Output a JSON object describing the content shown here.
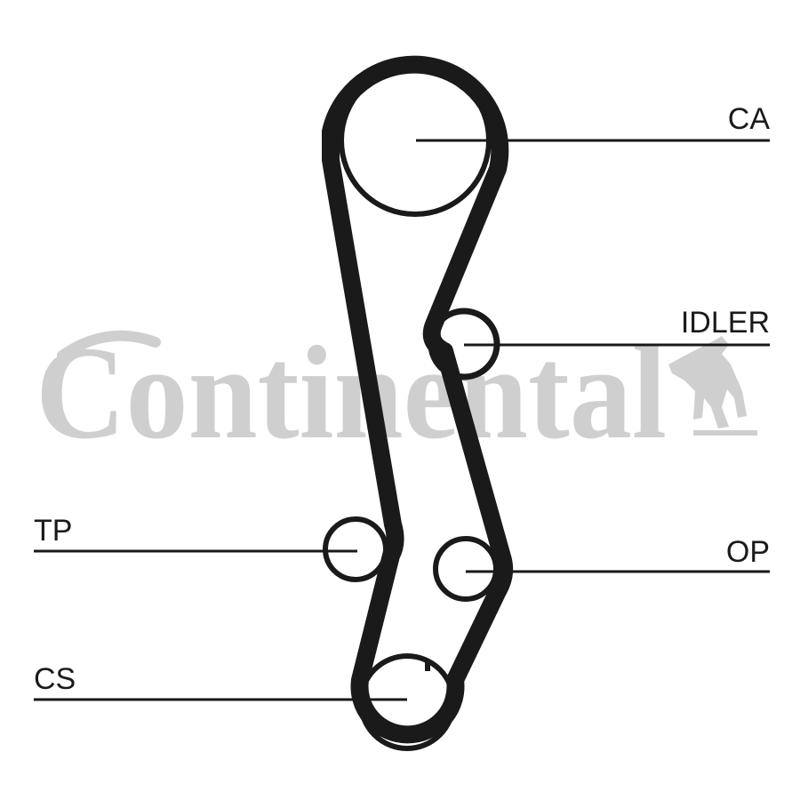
{
  "watermark": {
    "text": "Continental",
    "logo": "rearing-horse-icon"
  },
  "labels": {
    "ca": "CA",
    "idler": "IDLER",
    "tp": "TP",
    "op": "OP",
    "cs": "CS"
  },
  "colors": {
    "line": "#1a1a1a",
    "watermark": "#cfcfcf",
    "background": "#ffffff"
  }
}
